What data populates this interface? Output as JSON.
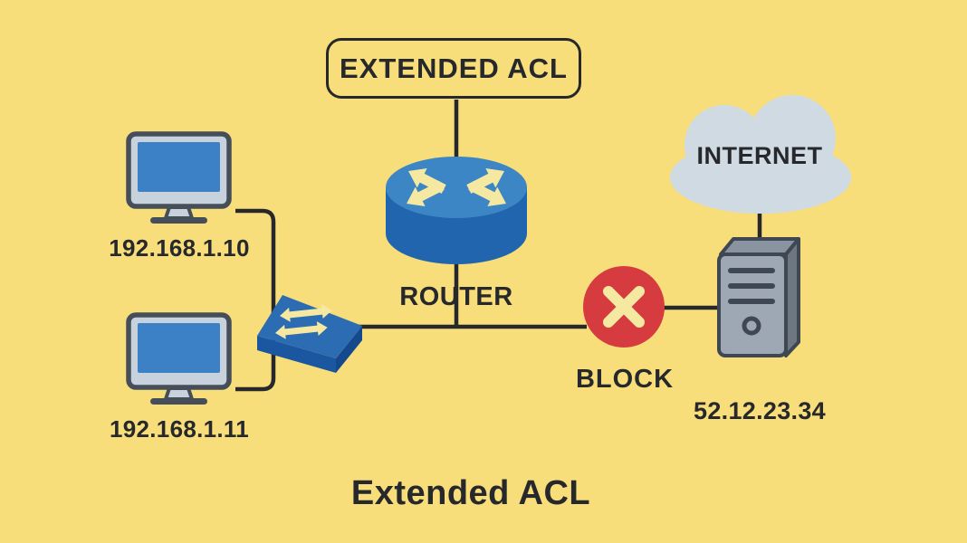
{
  "diagram": {
    "title": "Extended ACL",
    "acl_label": "EXTENDED ACL",
    "router_label": "ROUTER",
    "internet_label": "INTERNET",
    "block_label": "BLOCK",
    "hosts": [
      {
        "ip": "192.168.1.10"
      },
      {
        "ip": "192.168.1.11"
      }
    ],
    "server_ip": "52.12.23.34"
  },
  "colors": {
    "background": "#F8DE7B",
    "ink": "#26282B",
    "router_blue_top": "#3D86C6",
    "router_blue_body": "#2065AE",
    "switch_blue_top": "#2B6CB3",
    "switch_blue_front": "#1A57A0",
    "switch_blue_side": "#14498D",
    "arrow_yellow": "#F5E9A2",
    "block_red": "#D63B40",
    "cloud_gray": "#D0DAE3",
    "server_front": "#9EA8B4",
    "server_top": "#8A94A0",
    "server_side": "#6D7782",
    "server_outline": "#3F4852",
    "monitor_frame": "#C8D2DD",
    "monitor_outline": "#454E59",
    "screen_blue": "#3C80C5"
  }
}
